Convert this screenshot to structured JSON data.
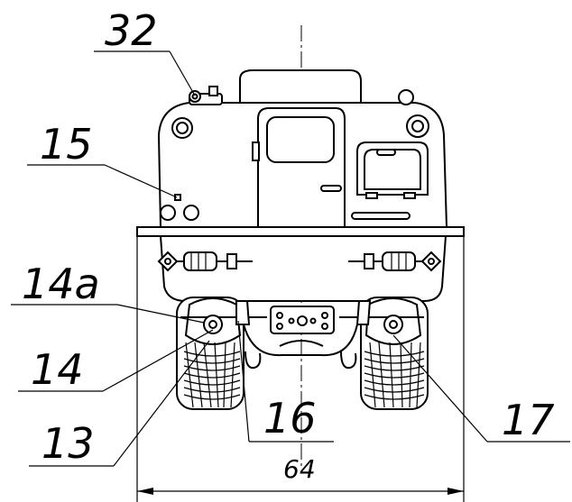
{
  "labels": {
    "l32": "32",
    "l15": "15",
    "l14a": "14a",
    "l14": "14",
    "l13": "13",
    "l16": "16",
    "l17": "17"
  },
  "dimension": {
    "width_value": "64"
  }
}
